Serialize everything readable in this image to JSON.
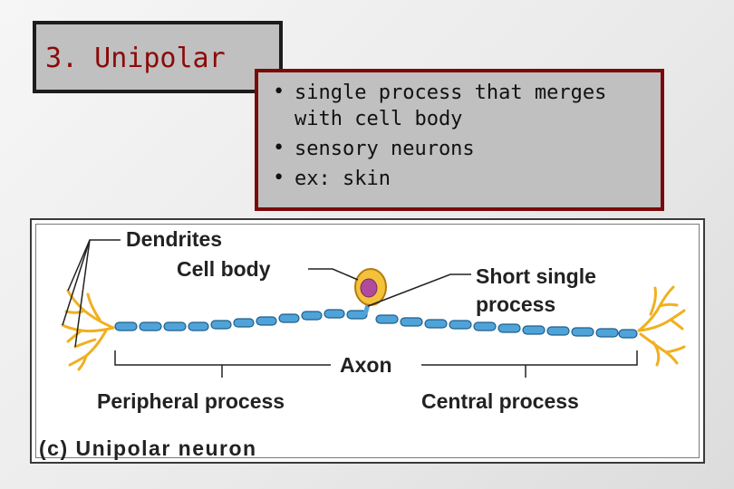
{
  "title": "3. Unipolar",
  "bullets": [
    {
      "line1": "single process that merges",
      "line2": "with cell body"
    },
    {
      "line1": "sensory neurons",
      "line2": ""
    },
    {
      "line1": "ex:  skin",
      "line2": ""
    }
  ],
  "bullet_glyph": "•",
  "diagram": {
    "labels": {
      "dendrites": "Dendrites",
      "cell_body": "Cell body",
      "short_process_1": "Short single",
      "short_process_2": "process",
      "axon": "Axon",
      "peripheral": "Peripheral process",
      "central": "Central process",
      "caption": "(c) Unipolar neuron"
    },
    "colors": {
      "axon_segment": "#4fa3d8",
      "dendrite": "#f0b020",
      "cell_body": "#f4c23a",
      "nucleus": "#b04a9a",
      "title_text": "#8b0a0a",
      "bullet_border": "#7a0a0a"
    }
  }
}
